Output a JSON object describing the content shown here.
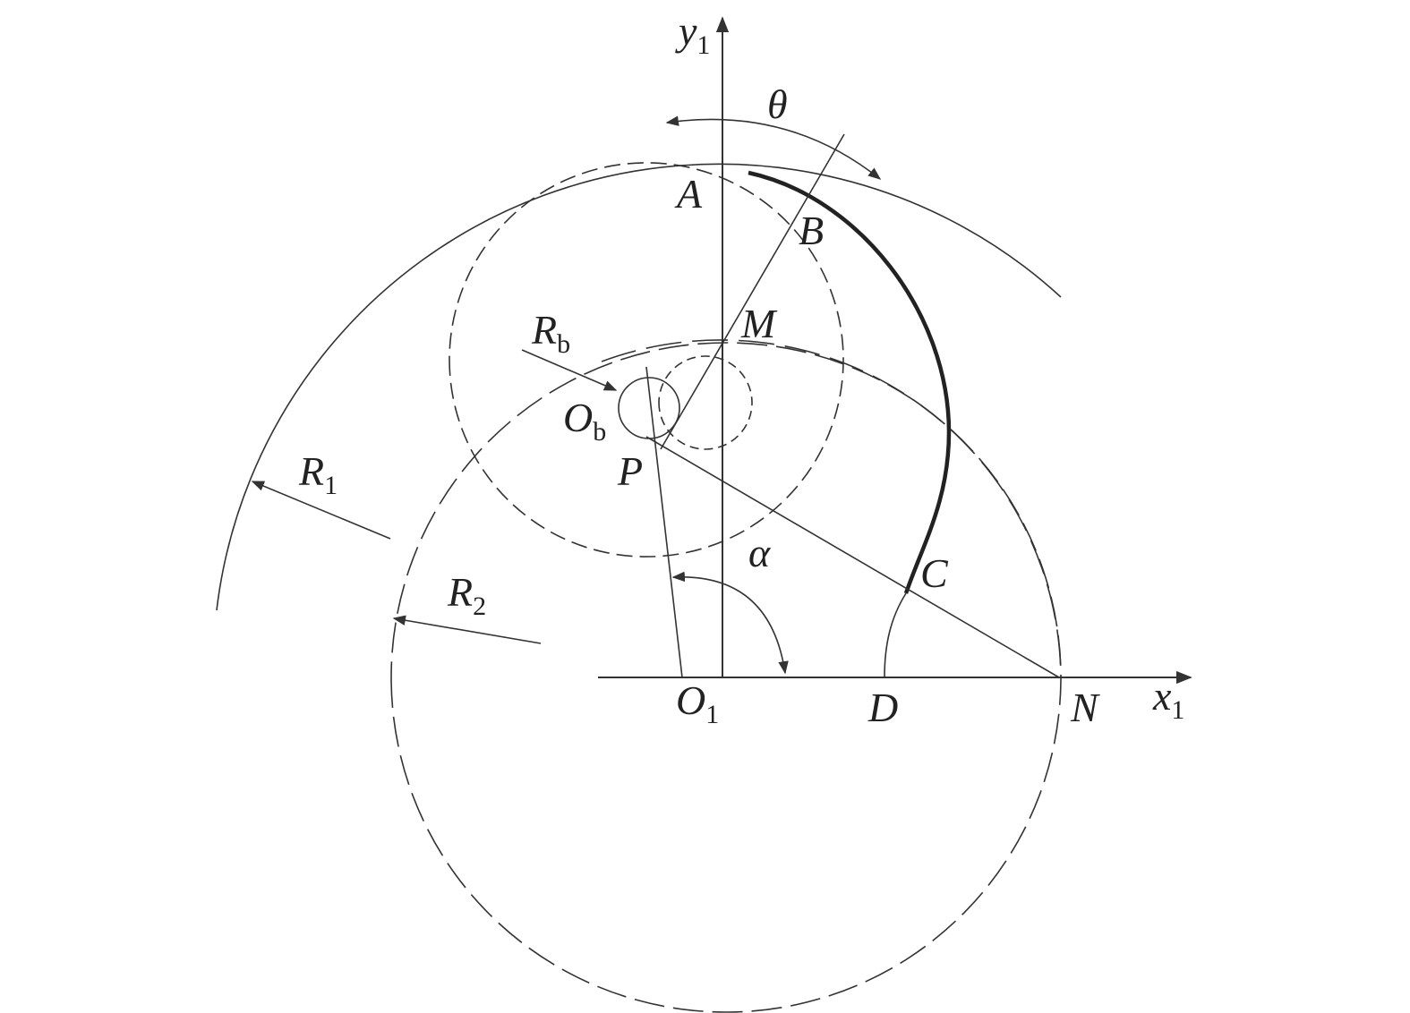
{
  "labels": {
    "y_axis": "y",
    "y_axis_sub": "1",
    "x_axis": "x",
    "x_axis_sub": "1",
    "theta": "θ",
    "alpha": "α",
    "point_A": "A",
    "point_B": "B",
    "point_M": "M",
    "point_C": "C",
    "point_D": "D",
    "point_N": "N",
    "point_P": "P",
    "center_O1": "O",
    "center_O1_sub": "1",
    "center_Ob": "O",
    "center_Ob_sub": "b",
    "radius_Rb": "R",
    "radius_Rb_sub": "b",
    "radius_R1": "R",
    "radius_R1_sub": "1",
    "radius_R2": "R",
    "radius_R2_sub": "2"
  },
  "colors": {
    "stroke": "#333333",
    "text": "#222222",
    "background": "#ffffff"
  }
}
